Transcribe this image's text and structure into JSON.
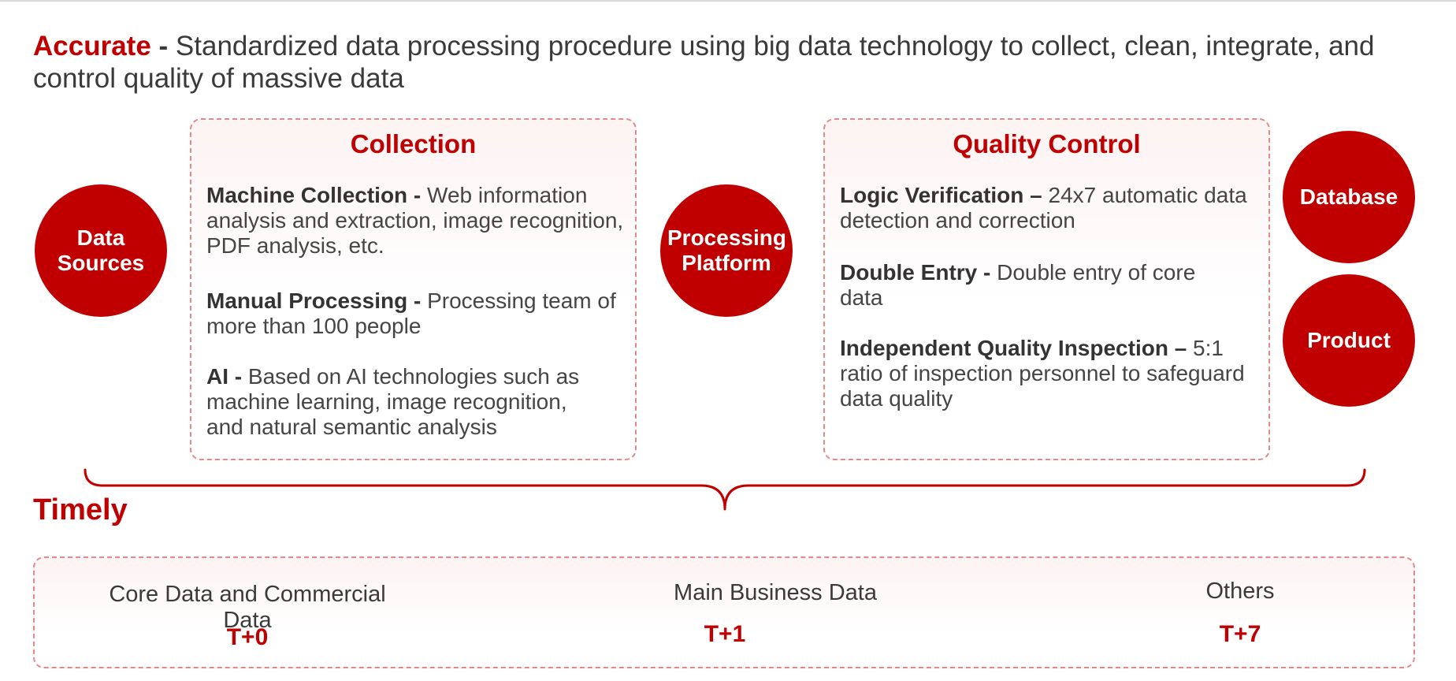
{
  "header": {
    "accent": "Accurate",
    "dash": " - ",
    "text": "Standardized data processing procedure using big data technology to collect, clean, integrate, and control quality of massive data"
  },
  "circles": {
    "data_sources": "Data Sources",
    "processing_platform": "Processing Platform",
    "database": "Database",
    "product": "Product"
  },
  "collection": {
    "title": "Collection",
    "items": [
      {
        "bold": "Machine Collection -",
        "text": " Web information analysis and extraction, image recognition, PDF analysis, etc."
      },
      {
        "bold": "Manual Processing -",
        "text": " Processing team of more than 100 people"
      },
      {
        "bold": "AI -",
        "text": " Based on AI technologies such as machine learning, image recognition, and natural semantic analysis"
      }
    ]
  },
  "quality_control": {
    "title": "Quality Control",
    "items": [
      {
        "bold": "Logic Verification –",
        "text": " 24x7 automatic data detection and correction"
      },
      {
        "bold": "Double Entry -",
        "text": " Double entry of core data"
      },
      {
        "bold": "Independent Quality Inspection –",
        "text": " 5:1 ratio of inspection personnel to safeguard data quality"
      }
    ]
  },
  "timely": {
    "title": "Timely",
    "columns": [
      {
        "label": "Core Data and Commercial Data",
        "value": "T+0"
      },
      {
        "label": "Main Business Data",
        "value": "T+1"
      },
      {
        "label": "Others",
        "value": "T+7"
      }
    ]
  },
  "colors": {
    "accent": "#c00000",
    "border": "#e08a8a",
    "text": "#3a3a3a"
  }
}
